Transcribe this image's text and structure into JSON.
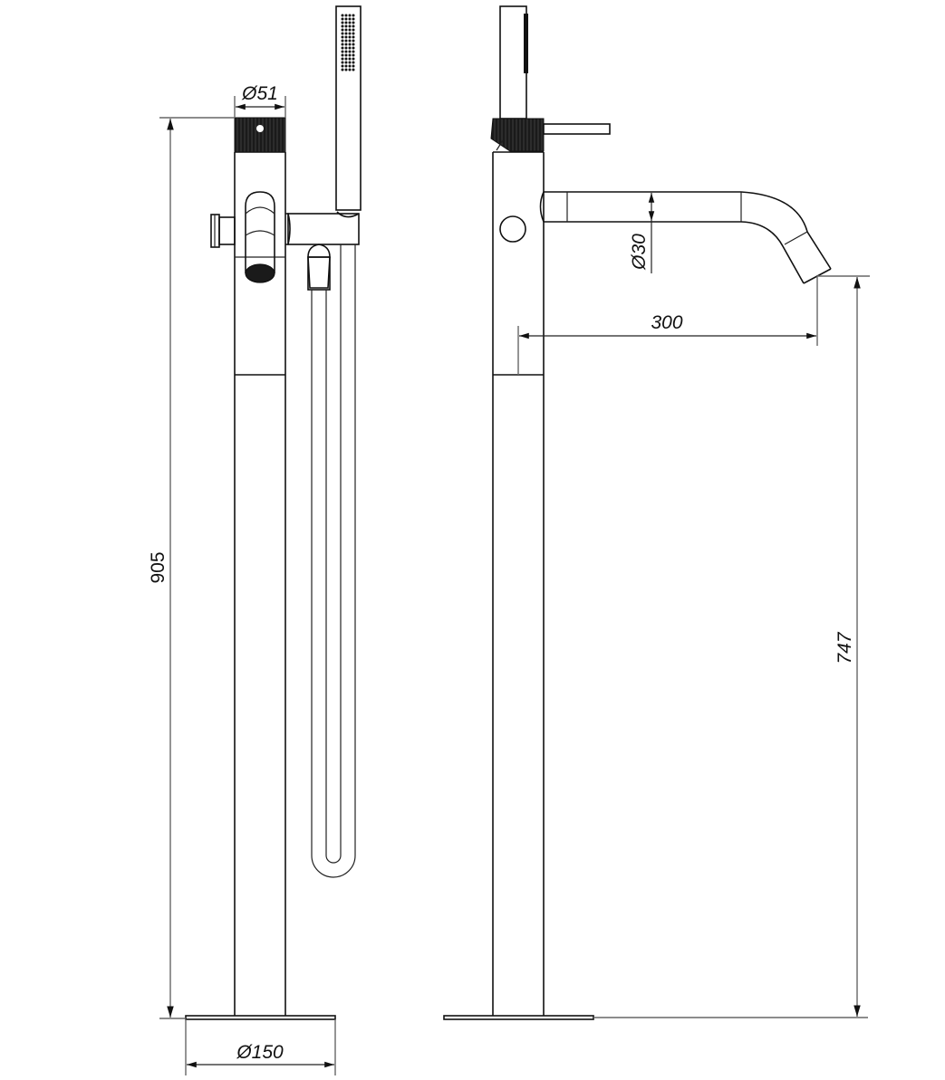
{
  "drawing": {
    "type": "technical dimension drawing",
    "subject": "freestanding bath mixer with hand shower",
    "views": [
      {
        "name": "front-view",
        "description": "front elevation with mixer body, hand shower, hose loop"
      },
      {
        "name": "side-view",
        "description": "side elevation with spout and control lever"
      }
    ],
    "dimensions": {
      "handle_diameter": "Ø51",
      "total_height": "905",
      "base_diameter": "Ø150",
      "spout_diameter": "Ø30",
      "spout_reach": "300",
      "spout_outlet_height": "747"
    },
    "colors": {
      "line": "#111111",
      "dimension_line": "#666666",
      "knurled_fill": "#1a1a1a",
      "background": "#ffffff"
    }
  }
}
